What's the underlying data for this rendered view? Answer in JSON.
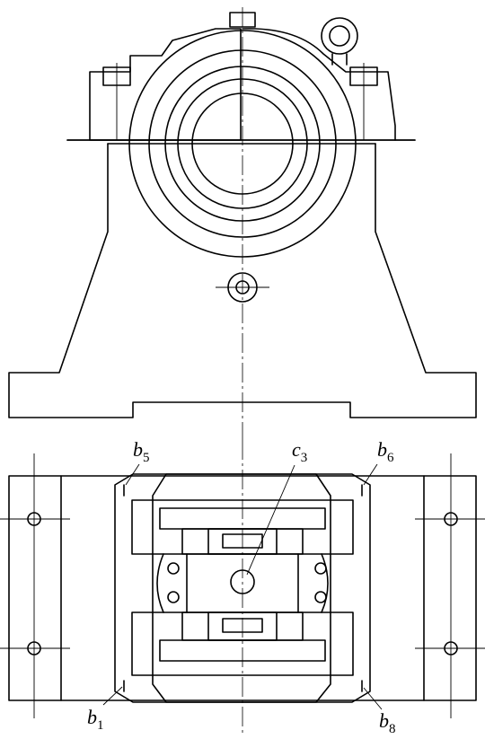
{
  "labels": {
    "b5": {
      "main": "b",
      "sub": "5"
    },
    "b6": {
      "main": "b",
      "sub": "6"
    },
    "c3": {
      "main": "c",
      "sub": "3"
    },
    "b1": {
      "main": "b",
      "sub": "1"
    },
    "b8": {
      "main": "b",
      "sub": "8"
    }
  }
}
